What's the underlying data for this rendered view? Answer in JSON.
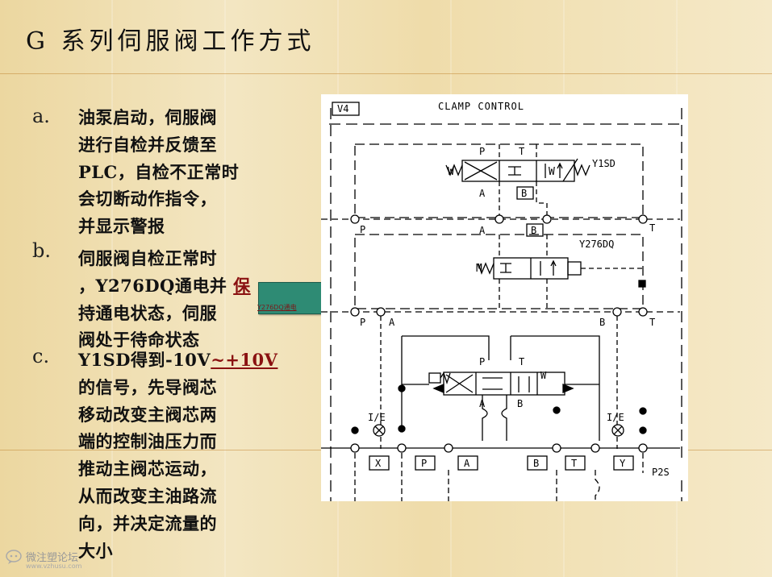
{
  "slide": {
    "title": "G 系列伺服阀工作方式",
    "bullets": [
      {
        "marker": "a.",
        "lines": [
          "油泵启动，伺服阀",
          "进行自检并反馈至",
          "PLC，自检不正常时",
          "会切断动作指令，",
          "并显示警报"
        ]
      },
      {
        "marker": "b.",
        "lines_pre": [
          "伺服阀自检正常时",
          "，Y276DQ通电并 "
        ],
        "link": "保",
        "lines_post": [
          "持通电状态，伺服",
          "阀处于待命状态"
        ]
      },
      {
        "marker": "c.",
        "line1_pre": "Y1SD得到-10V",
        "line1_link": "~+10V",
        "lines_post": [
          "的信号，先导阀芯",
          "移动改变主阀芯两",
          "端的控制油压力而",
          "推动主阀芯运动，",
          "从而改变主油路流",
          "向，并决定流量的",
          "大小"
        ]
      }
    ],
    "teal_box_caption": "Y276DQ通电"
  },
  "diagram": {
    "colors": {
      "line": "#000000",
      "background": "#ffffff"
    },
    "texts": {
      "v4": "V4",
      "title": "CLAMP CONTROL",
      "y1sd": "Y1SD",
      "y276dq": "Y276DQ",
      "P": "P",
      "T": "T",
      "A": "A",
      "B": "B",
      "W": "W",
      "M": "M",
      "ie": "I/E",
      "X": "X",
      "Y": "Y",
      "p2s": "P2S"
    }
  },
  "watermark": {
    "name": "微注塑论坛",
    "url": "www.vzhusu.com",
    "icon": "chat-bubble-icon"
  }
}
